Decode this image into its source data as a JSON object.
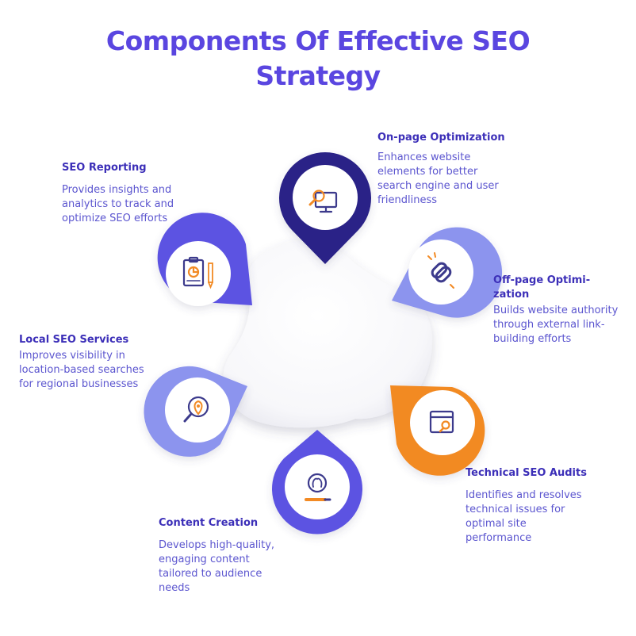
{
  "title": {
    "line1": "Components Of Effective SEO",
    "line2": "Strategy"
  },
  "colors": {
    "title": "#5a46e0",
    "heading": "#3c2fb8",
    "body": "#5b55cf",
    "navy": "#2b2487",
    "periwinkle": "#8c94ee",
    "royal": "#5c52e2",
    "orange": "#f28a24"
  },
  "items": [
    {
      "id": "on-page",
      "heading": "On-page Optimization",
      "description": [
        "Enhances website",
        "elements for better",
        "search engine and user",
        "friendliness"
      ],
      "icon": "monitor-search-icon",
      "color": "#2b2487"
    },
    {
      "id": "off-page",
      "heading": [
        "Off-page Optimi-",
        "zation"
      ],
      "description": [
        "Builds website authority",
        "through external link-",
        "building efforts"
      ],
      "icon": "link-icon",
      "color": "#8c94ee"
    },
    {
      "id": "technical",
      "heading": "Technical SEO Audits",
      "description": [
        "Identifies and resolves",
        "technical issues for",
        "optimal site",
        "performance"
      ],
      "icon": "browser-search-icon",
      "color": "#f28a24"
    },
    {
      "id": "content",
      "heading": "Content Creation",
      "description": [
        "Develops high-quality,",
        "engaging content",
        "tailored to audience",
        "needs"
      ],
      "icon": "idea-pencil-icon",
      "color": "#5c52e2"
    },
    {
      "id": "local",
      "heading": "Local SEO Services",
      "description": [
        "Improves visibility in",
        "location-based searches",
        "for regional businesses"
      ],
      "icon": "location-search-icon",
      "color": "#8c94ee"
    },
    {
      "id": "reporting",
      "heading": "SEO Reporting",
      "description": [
        "Provides insights and",
        "analytics to track and",
        "optimize SEO efforts"
      ],
      "icon": "report-clipboard-icon",
      "color": "#5c52e2"
    }
  ]
}
